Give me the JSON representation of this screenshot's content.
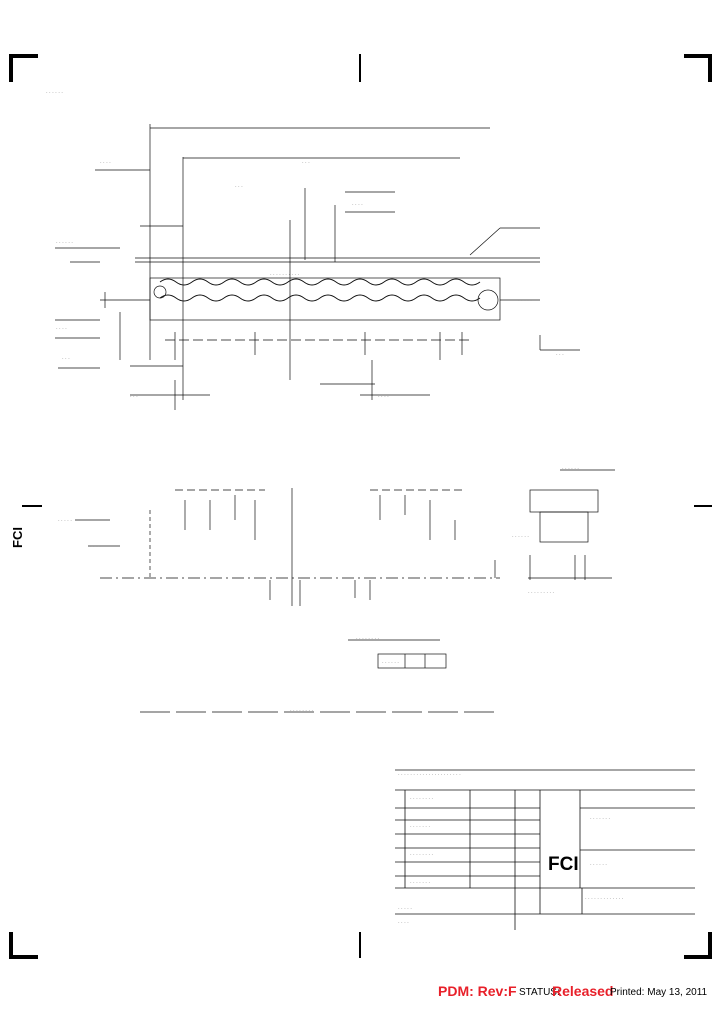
{
  "footer": {
    "pdm_label": "PDM: Rev:F",
    "status_label": "STATUS:",
    "status_value": "Released",
    "printed": "Printed: May 13, 2011"
  },
  "drawing": {
    "logo_text": "FCI",
    "side_logo_text": "FCI",
    "colors": {
      "accent": "#e8202a",
      "ink": "#000000"
    }
  }
}
